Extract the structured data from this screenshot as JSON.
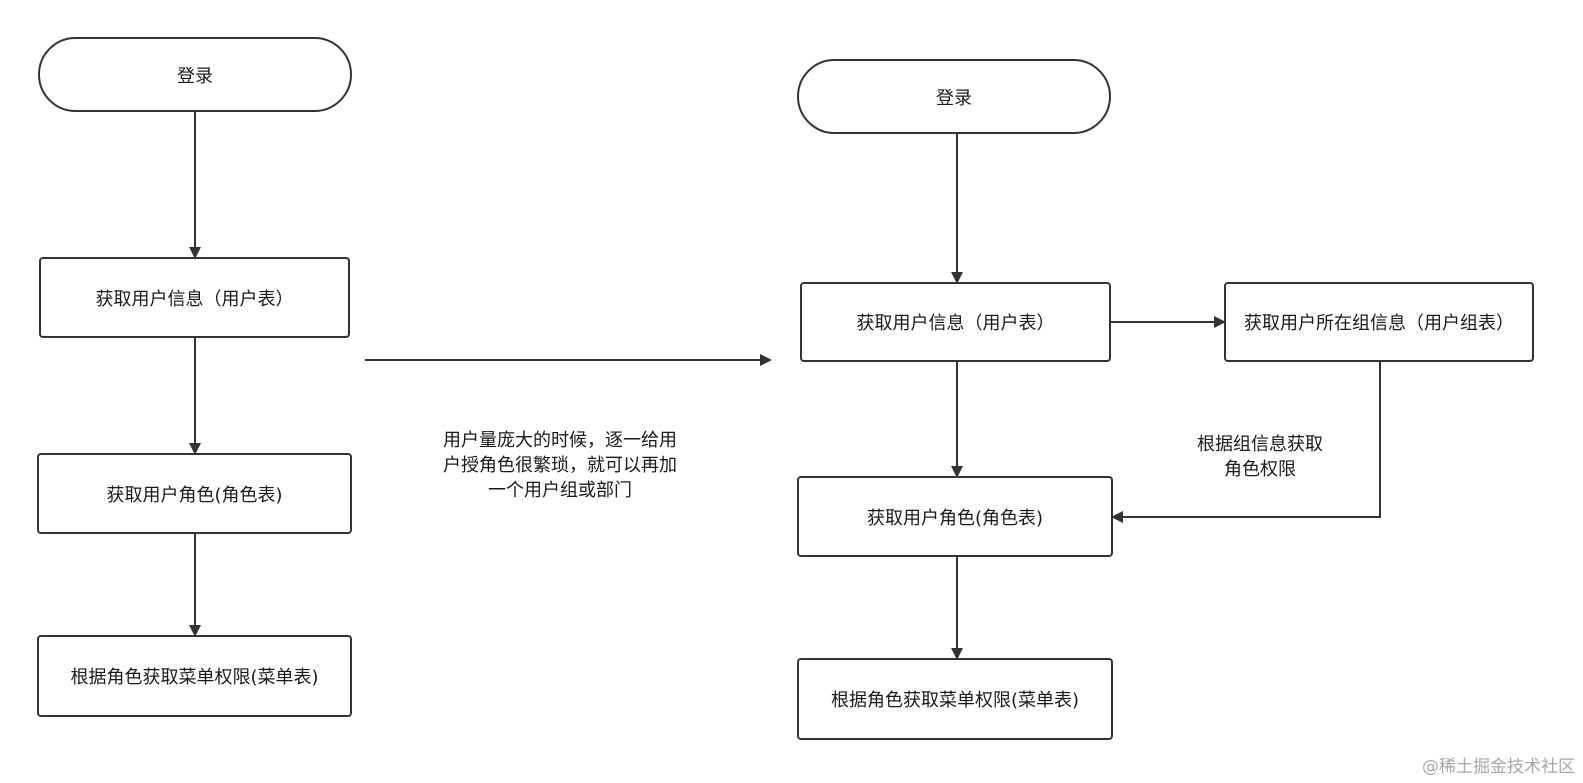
{
  "left_flow": {
    "login": "登录",
    "get_user_info": "获取用户信息（用户表）",
    "get_user_role": "获取用户角色(角色表)",
    "get_menu_permission": "根据角色获取菜单权限(菜单表)"
  },
  "transition_note": {
    "lines": [
      "用户量庞大的时候，逐一给用",
      "户授角色很繁琐，就可以再加",
      "一个用户组或部门"
    ]
  },
  "right_flow": {
    "login": "登录",
    "get_user_info": "获取用户信息（用户表）",
    "get_group_info": "获取用户所在组信息（用户组表）",
    "get_user_role": "获取用户角色(角色表)",
    "get_menu_permission": "根据角色获取菜单权限(菜单表)",
    "group_edge_label": {
      "lines": [
        "根据组信息获取",
        "角色权限"
      ]
    }
  },
  "watermark": "@稀土掘金技术社区",
  "colors": {
    "line": "#333333",
    "border": "#333333",
    "background": "#ffffff",
    "watermark": "#a7a7a7"
  }
}
